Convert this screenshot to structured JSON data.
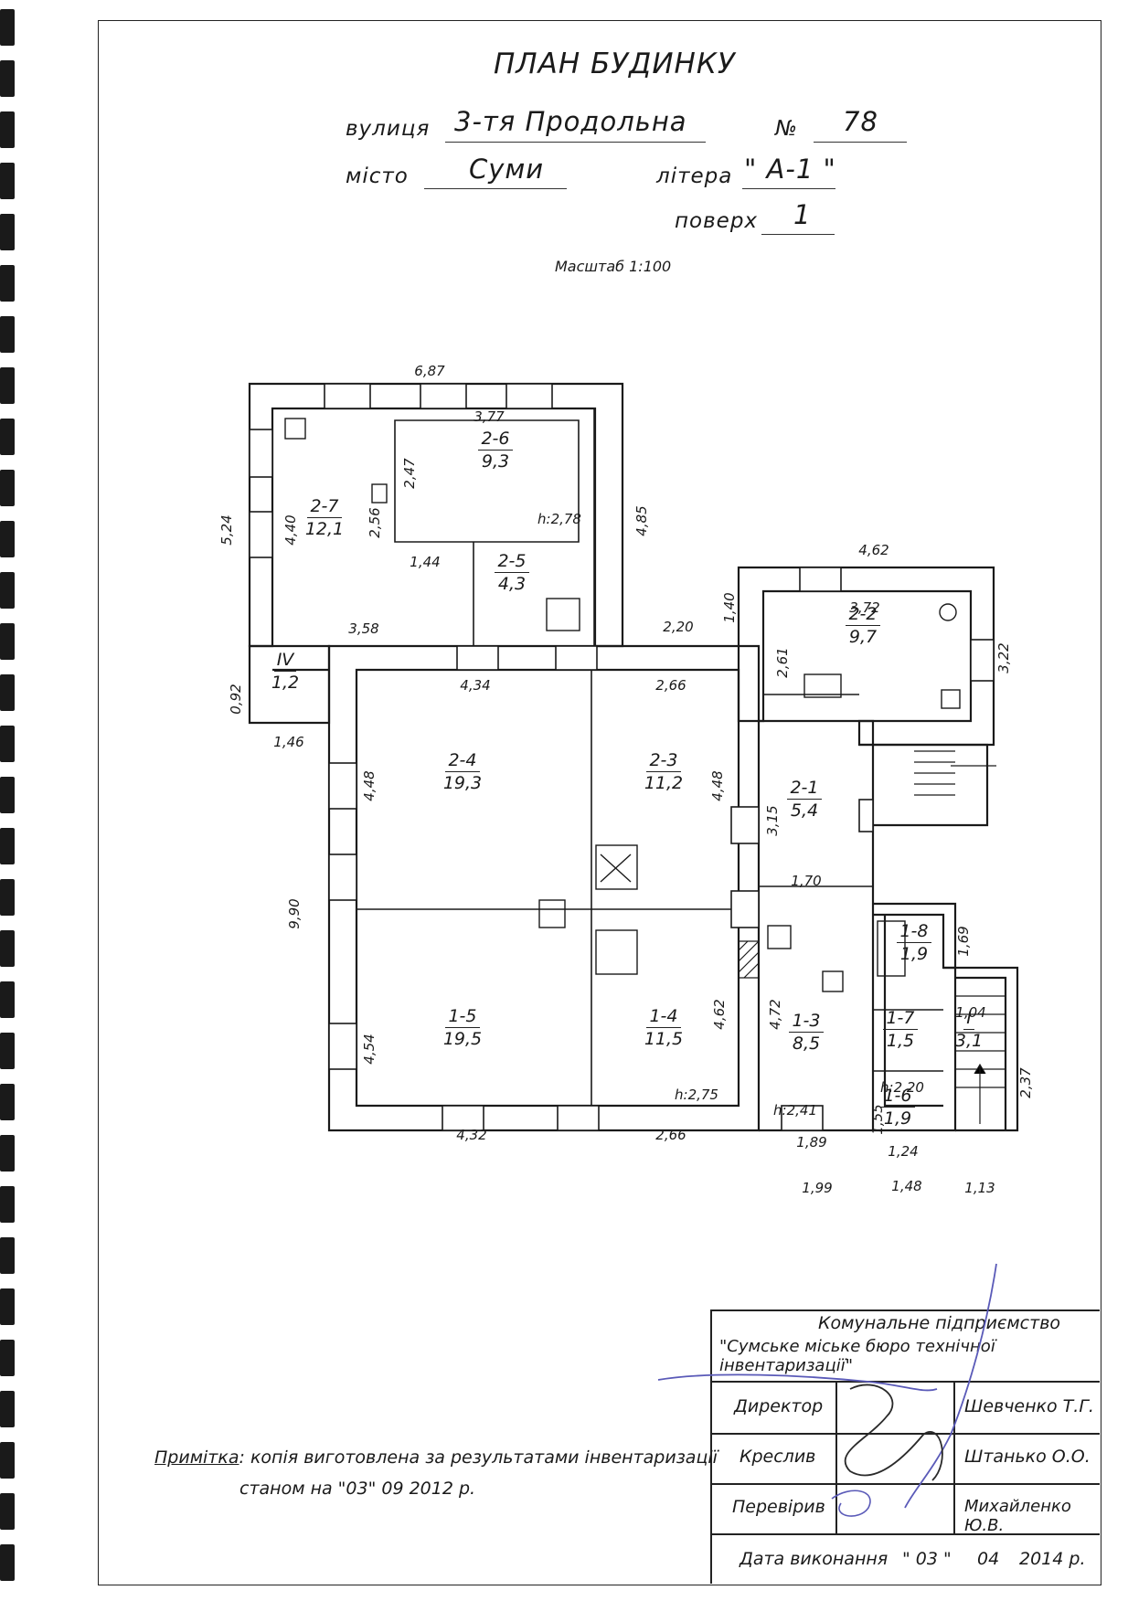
{
  "title": "ПЛАН БУДИНКУ",
  "address": {
    "street_label": "вулиця",
    "street": "3-тя Продольна",
    "number_label": "№",
    "number": "78",
    "city_label": "місто",
    "city": "Суми",
    "letter_label": "літера",
    "letter": "\" А-1 \"",
    "floor_label": "поверх",
    "floor": "1"
  },
  "scale": "Масштаб 1:100",
  "rooms": [
    {
      "id": "2-6",
      "area": "9,3"
    },
    {
      "id": "2-7",
      "area": "12,1"
    },
    {
      "id": "2-5",
      "area": "4,3"
    },
    {
      "id": "2-2",
      "area": "9,7"
    },
    {
      "id": "IV",
      "area": "1,2"
    },
    {
      "id": "2-4",
      "area": "19,3"
    },
    {
      "id": "2-3",
      "area": "11,2"
    },
    {
      "id": "2-1",
      "area": "5,4"
    },
    {
      "id": "1-8",
      "area": "1,9"
    },
    {
      "id": "1-5",
      "area": "19,5"
    },
    {
      "id": "1-4",
      "area": "11,5"
    },
    {
      "id": "1-3",
      "area": "8,5"
    },
    {
      "id": "1-7",
      "area": "1,5"
    },
    {
      "id": "I",
      "area": "3,1"
    },
    {
      "id": "1-6",
      "area": "1,9"
    }
  ],
  "dimensions": {
    "d687": "6,87",
    "d377": "3,77",
    "d524": "5,24",
    "d440": "4,40",
    "d247": "2,47",
    "d256": "2,56",
    "d485": "4,85",
    "h278": "h:2,78",
    "d144": "1,44",
    "d358": "3,58",
    "d220": "2,20",
    "d140": "1,40",
    "d462": "4,62",
    "d372": "3,72",
    "d261": "2,61",
    "d322": "3,22",
    "d092": "0,92",
    "d146": "1,46",
    "d434": "4,34",
    "d266a": "2,66",
    "d448a": "4,48",
    "d448b": "4,48",
    "d315": "3,15",
    "d170": "1,70",
    "d990": "9,90",
    "d169": "1,69",
    "d454": "4,54",
    "d462b": "4,62",
    "d472": "4,72",
    "d104": "1,04",
    "h220": "h:2,20",
    "d237": "2,37",
    "h275": "h:2,75",
    "h241": "h:2,41",
    "d155": "1,55",
    "d432": "4,32",
    "d266b": "2,66",
    "d189": "1,89",
    "d124": "1,24",
    "d199": "1,99",
    "d148": "1,48",
    "d113": "1,13"
  },
  "note": {
    "label": "Примітка",
    "text1": ": копія виготовлена за результатами інвентаризації",
    "text2": "станом на  \"03\"   09   2012 р."
  },
  "title_block": {
    "org1": "Комунальне підприємство",
    "org2": "\"Сумське міське бюро технічної інвентаризації\"",
    "director_label": "Директор",
    "director_name": "Шевченко Т.Г.",
    "drafted_label": "Креслив",
    "drafted_name": "Штанько О.О.",
    "checked_label": "Перевірив",
    "checked_name": "Михайленко Ю.В.",
    "date_label": "Дата виконання",
    "date_day": "\" 03 \"",
    "date_month": "04",
    "date_year": "2014 р."
  }
}
